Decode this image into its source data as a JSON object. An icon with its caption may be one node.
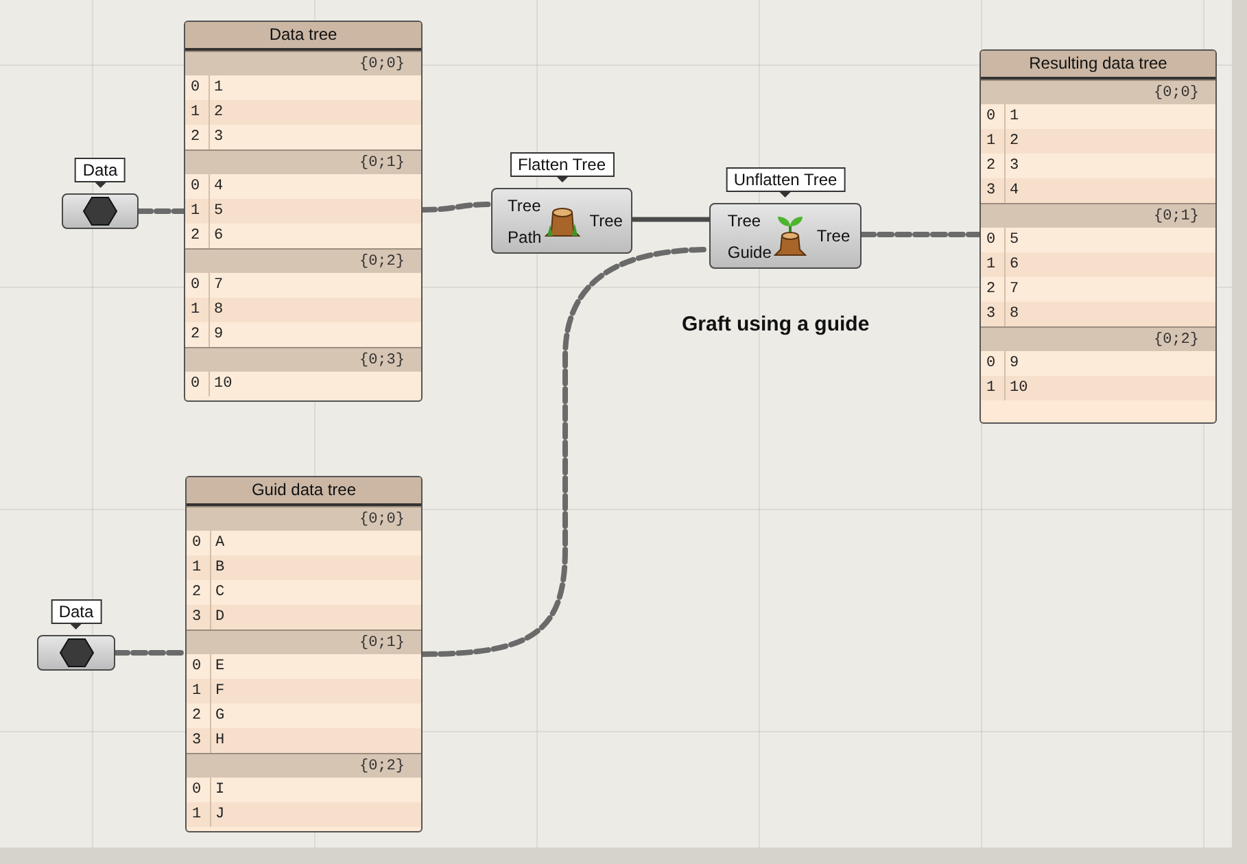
{
  "diagram": {
    "nodes": [
      {
        "text": [
          "Data"
        ]
      },
      {
        "text": [
          "Data tree"
        ]
      },
      {
        "text": [
          "{0;0}",
          "0",
          "1",
          "1",
          "2",
          "2",
          "3"
        ],
        "in": 1
      },
      {
        "text": [
          "{0;1}",
          "0",
          "4",
          "1",
          "5",
          "2",
          "6"
        ],
        "in": 1
      },
      {
        "text": [
          "{0;2}",
          "0",
          "7",
          "1",
          "8",
          "2",
          "9"
        ],
        "in": 1
      },
      {
        "text": [
          "{0;3}",
          "0",
          "10"
        ],
        "in": 1
      },
      {
        "text": [
          "Flatten Tree",
          "Tree",
          "Path",
          "Tree"
        ]
      },
      {
        "text": [
          "Unflatten Tree",
          "Tree",
          "Guide",
          "Tree"
        ]
      },
      {
        "text": [
          "Resulting data tree"
        ]
      },
      {
        "text": [
          "{0;0}",
          "0",
          "1",
          "1",
          "2",
          "2",
          "3",
          "3",
          "4"
        ],
        "in": 8
      },
      {
        "text": [
          "{0;1}",
          "0",
          "5",
          "1",
          "6",
          "2",
          "7",
          "3",
          "8"
        ],
        "in": 8
      },
      {
        "text": [
          "{0;2}",
          "0",
          "9",
          "1",
          "10"
        ],
        "in": 8
      },
      {
        "text": [
          "Data"
        ]
      },
      {
        "text": [
          "Guid data tree"
        ]
      },
      {
        "text": [
          "{0;0}",
          "0",
          "A",
          "1",
          "B",
          "2",
          "C",
          "3",
          "D"
        ],
        "in": 13
      },
      {
        "text": [
          "{0;1}",
          "0",
          "E",
          "1",
          "F",
          "2",
          "G",
          "3",
          "H"
        ],
        "in": 13
      },
      {
        "text": [
          "{0;2}",
          "0",
          "I",
          "1",
          "J"
        ],
        "in": 13
      }
    ],
    "edges": [
      {
        "from": 0,
        "to": 1,
        "arrow": "none",
        "style": "dashed"
      },
      {
        "from": 1,
        "to": 6,
        "arrow": "none",
        "style": "dashed"
      },
      {
        "from": 6,
        "to": 7,
        "arrow": "none"
      },
      {
        "from": 7,
        "to": 8,
        "arrow": "none",
        "style": "dashed"
      },
      {
        "from": 12,
        "to": 13,
        "arrow": "none",
        "style": "dashed"
      },
      {
        "from": 13,
        "to": 7,
        "arrow": "none",
        "style": "dashed"
      }
    ],
    "labels": [
      "Graft using a guide"
    ]
  }
}
